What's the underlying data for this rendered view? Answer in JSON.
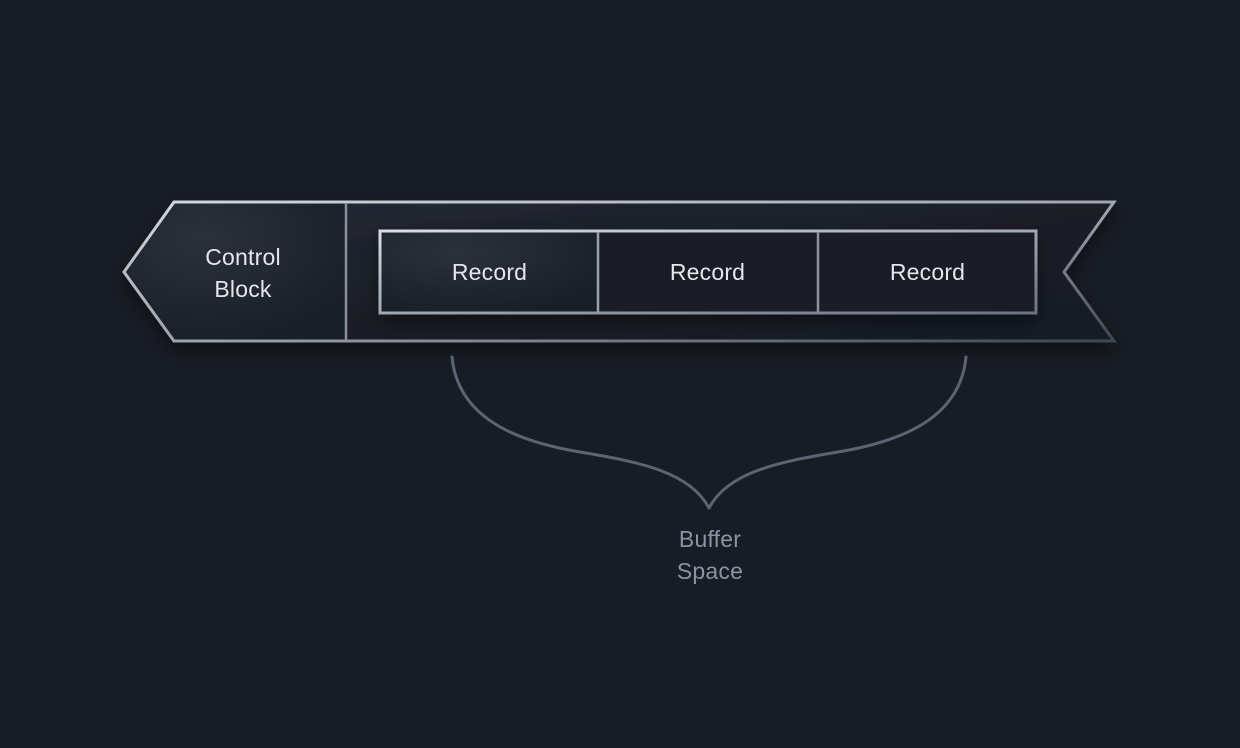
{
  "control_block": {
    "label_line1": "Control",
    "label_line2": "Block"
  },
  "buffer": {
    "records": [
      {
        "label": "Record"
      },
      {
        "label": "Record"
      },
      {
        "label": "Record"
      }
    ],
    "label_line1": "Buffer",
    "label_line2": "Space"
  },
  "colors": {
    "background": "#181c24",
    "outline_light": "#c9cdd6",
    "outline_dim": "#6b7280",
    "brace": "#5c6472",
    "text_primary": "#e3e6ec",
    "text_muted": "#8c93a3"
  }
}
